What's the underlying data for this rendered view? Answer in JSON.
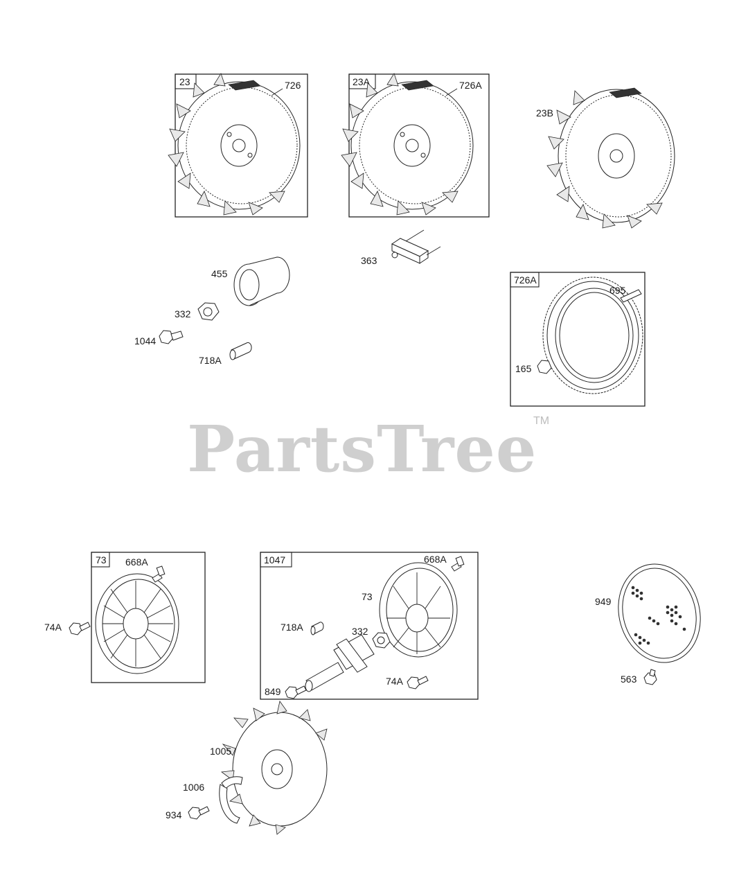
{
  "watermark": {
    "brand": "PartsTree",
    "trademark": "TM"
  },
  "groups": {
    "g23": "23",
    "g23a": "23A",
    "g726a": "726A",
    "g73": "73",
    "g1047": "1047"
  },
  "callouts": {
    "c726": "726",
    "c726a_top": "726A",
    "c23b": "23B",
    "c455": "455",
    "c332": "332",
    "c1044": "1044",
    "c718a": "718A",
    "c363": "363",
    "c695": "695",
    "c165": "165",
    "c668a_left": "668A",
    "c74a_left": "74A",
    "c668a_mid": "668A",
    "c73_mid": "73",
    "c718a_mid": "718A",
    "c332_mid": "332",
    "c74a_mid": "74A",
    "c849": "849",
    "c949": "949",
    "c563": "563",
    "c1005": "1005",
    "c1006": "1006",
    "c934": "934"
  }
}
